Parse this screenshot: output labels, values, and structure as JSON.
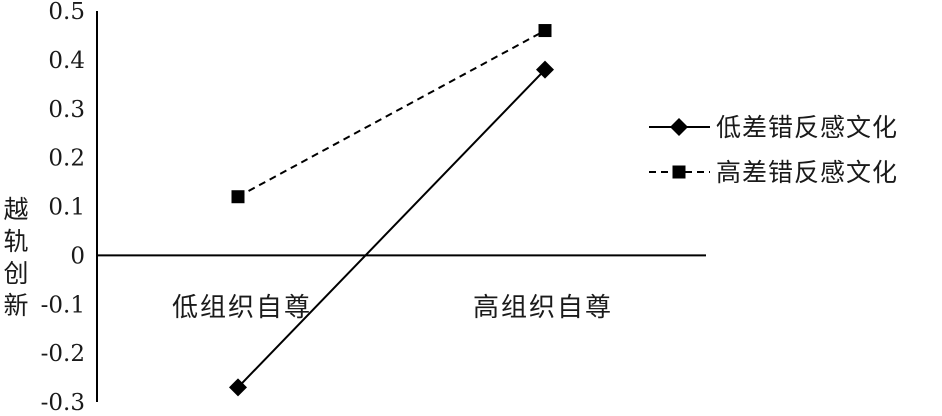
{
  "chart_data": {
    "type": "line",
    "categories": [
      "低组织自尊",
      "高组织自尊"
    ],
    "ylabel": "越轨创新",
    "ylim": [
      -0.3,
      0.5
    ],
    "yticks": [
      "0.5",
      "0.4",
      "0.3",
      "0.2",
      "0.1",
      "0",
      "-0.1",
      "-0.2",
      "-0.3"
    ],
    "grid": false,
    "legend_position": "right",
    "series": [
      {
        "name": "低差错反感文化",
        "values": [
          -0.27,
          0.38
        ],
        "line": "solid",
        "marker": "diamond",
        "color": "#000000"
      },
      {
        "name": "高差错反感文化",
        "values": [
          0.12,
          0.46
        ],
        "line": "dashed",
        "marker": "square",
        "color": "#000000"
      }
    ]
  }
}
